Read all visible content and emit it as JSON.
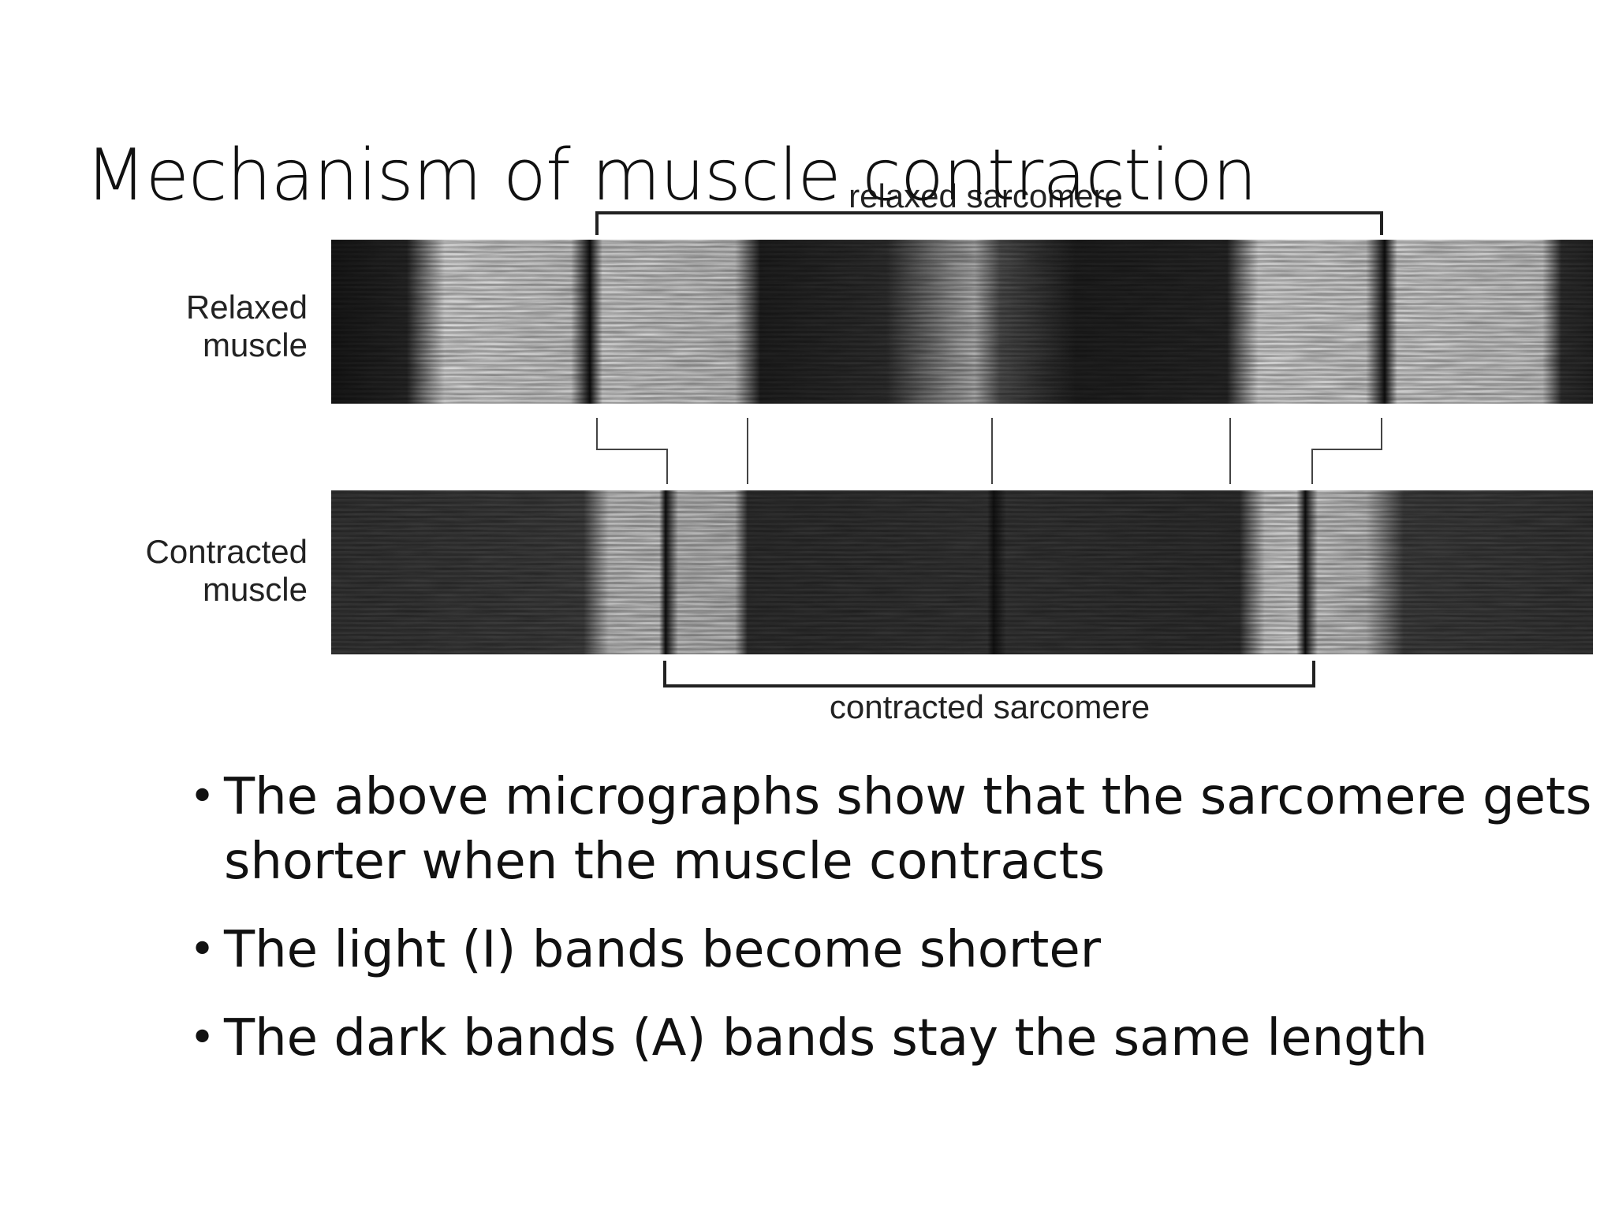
{
  "slide": {
    "title": "Mechanism of muscle contraction"
  },
  "figure": {
    "relaxed_label_line1": "Relaxed",
    "relaxed_label_line2": "muscle",
    "contracted_label_line1": "Contracted",
    "contracted_label_line2": "muscle",
    "relaxed_sarcomere_label": "relaxed sarcomere",
    "contracted_sarcomere_label": "contracted sarcomere"
  },
  "bullets": [
    "The above micrographs show that the sarcomere gets shorter when the muscle contracts",
    "The light (I) bands become shorter",
    "The dark bands (A) bands stay the same length"
  ],
  "bullet_glyph": "•"
}
